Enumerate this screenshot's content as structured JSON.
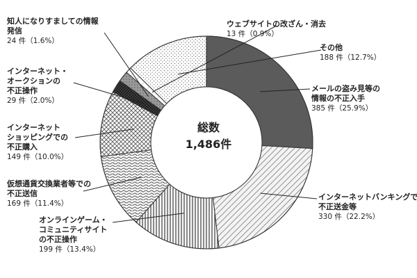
{
  "chart_data": {
    "type": "pie",
    "center": {
      "title": "総数",
      "value": "1,486件"
    },
    "slices": [
      {
        "lines": [
          "メールの盗み見等の",
          "情報の不正入手"
        ],
        "value": 385,
        "display": "385 件（25.9%）",
        "percent": 25.9,
        "color": "#5b5b5b",
        "pattern": "solid-gray"
      },
      {
        "lines": [
          "インターネットバンキングでの",
          "不正送金等"
        ],
        "value": 330,
        "display": "330 件（22.2%）",
        "percent": 22.2,
        "color": "#bdbdbd",
        "pattern": "diagonal-fine"
      },
      {
        "lines": [
          "オンラインゲーム・",
          "コミュニティサイト",
          "の不正操作"
        ],
        "value": 199,
        "display": "199 件（13.4%）",
        "percent": 13.4,
        "color": "#8f8f8f",
        "pattern": "vertical-lines"
      },
      {
        "lines": [
          "仮想通貨交換業者等での",
          "不正送信"
        ],
        "value": 169,
        "display": "169 件（11.4%）",
        "percent": 11.4,
        "color": "#cfcfcf",
        "pattern": "wave"
      },
      {
        "lines": [
          "インターネット",
          "ショッピングでの",
          "不正購入"
        ],
        "value": 149,
        "display": "149 件（10.0%）",
        "percent": 10.0,
        "color": "#d8d8d8",
        "pattern": "crosshatch"
      },
      {
        "lines": [
          "インターネット・",
          "オークションの",
          "不正操作"
        ],
        "value": 29,
        "display": "29 件（2.0%）",
        "percent": 2.0,
        "color": "#1f1f1f",
        "pattern": "dark-check"
      },
      {
        "lines": [
          "知人になりすましての情報",
          "発信"
        ],
        "value": 24,
        "display": "24 件（1.6%）",
        "percent": 1.6,
        "color": "#777777",
        "pattern": "gray-dots"
      },
      {
        "lines": [
          "ウェブサイトの改ざん・消去"
        ],
        "value": 13,
        "display": "13 件（0.9%）",
        "percent": 0.9,
        "color": "#ffffff",
        "pattern": "diagonal-sparse"
      },
      {
        "lines": [
          "その他"
        ],
        "value": 188,
        "display": "188 件（12.7%）",
        "percent": 12.7,
        "color": "#ffffff",
        "pattern": "dots"
      }
    ]
  }
}
